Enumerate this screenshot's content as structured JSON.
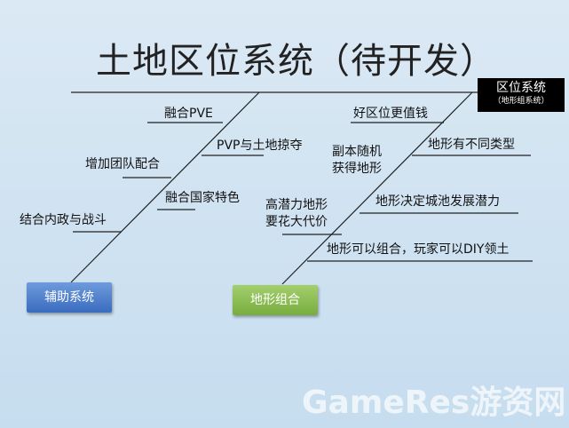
{
  "title": "土地区位系统（待开发）",
  "head": {
    "label": "区位系统",
    "sublabel": "（地形组系统）"
  },
  "categories": {
    "left": "辅助系统",
    "right": "地形组合"
  },
  "left_causes": [
    "融合PVE",
    "PVP与土地掠夺",
    "增加团队配合",
    "融合国家特色",
    "结合内政与战斗"
  ],
  "right_causes": [
    "好区位更值钱",
    "副本随机",
    "获得地形",
    "地形有不同类型",
    "高潜力地形",
    "要花大代价",
    "地形决定城池发展潜力",
    "地形可以组合，玩家可以DIY领土"
  ],
  "watermark": "GameRes游资网"
}
